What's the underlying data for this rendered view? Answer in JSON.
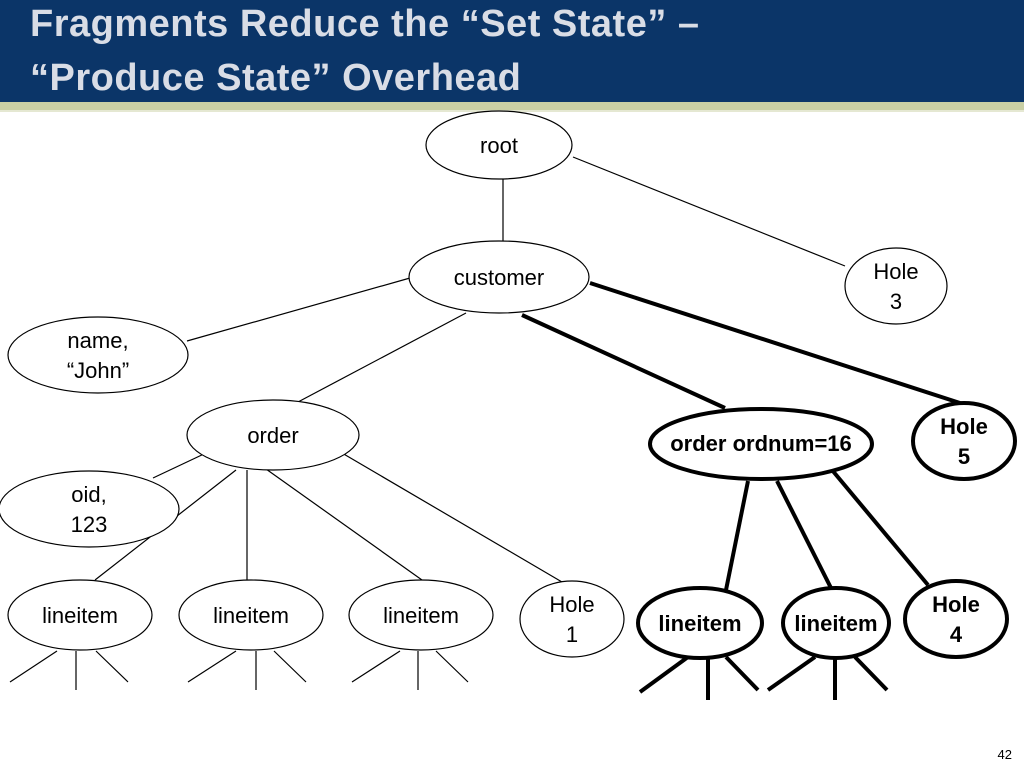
{
  "slide": {
    "title_line_1": "Fragments Reduce the “Set State” –",
    "title_line_2": "“Produce State” Overhead",
    "page_number": "42"
  },
  "tree": {
    "nodes": {
      "root": [
        "root"
      ],
      "customer": [
        "customer"
      ],
      "name": [
        "name,",
        "“John”"
      ],
      "hole3": [
        "Hole",
        "3"
      ],
      "order": [
        "order"
      ],
      "oid": [
        "oid,",
        "123"
      ],
      "order_ordnum": [
        "order ordnum=16"
      ],
      "hole5": [
        "Hole",
        "5"
      ],
      "lineitem_1": [
        "lineitem"
      ],
      "lineitem_2": [
        "lineitem"
      ],
      "lineitem_3": [
        "lineitem"
      ],
      "hole1": [
        "Hole",
        "1"
      ],
      "lineitem_4": [
        "lineitem"
      ],
      "lineitem_5": [
        "lineitem"
      ],
      "hole4": [
        "Hole",
        "4"
      ]
    },
    "colors": {
      "title_background": "#0b3568",
      "title_text": "#d9dde6",
      "accent_stripe": "#c9cfa4"
    }
  }
}
